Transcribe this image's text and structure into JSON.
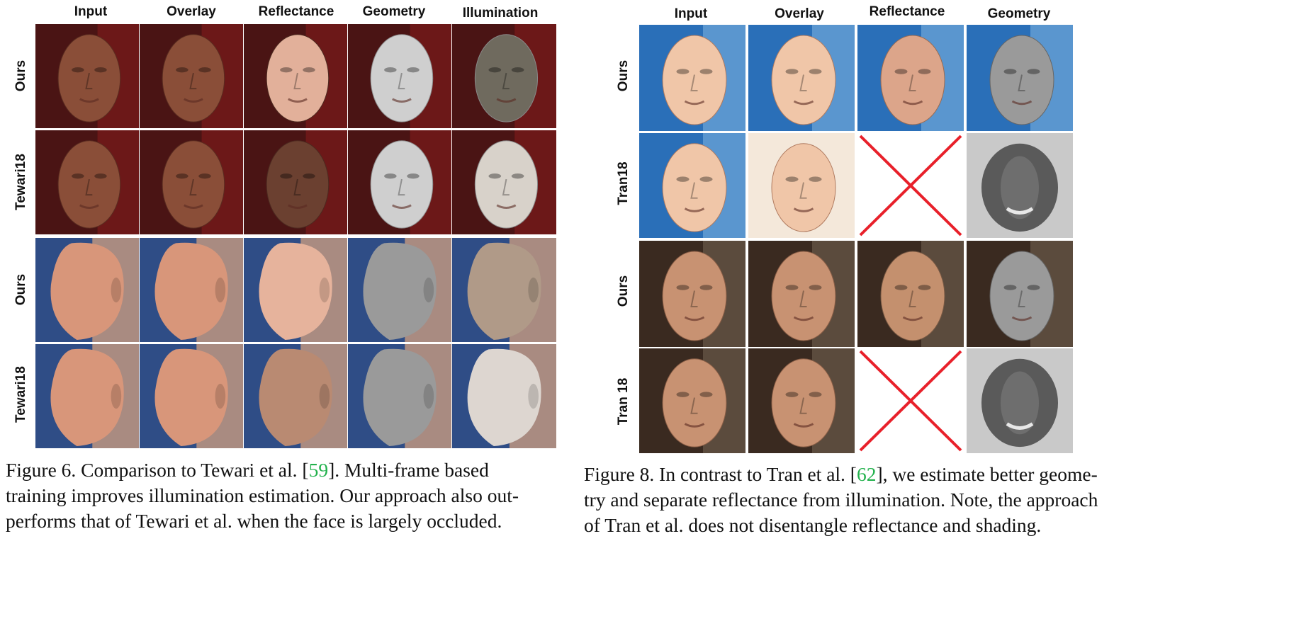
{
  "figure6": {
    "columns": [
      "Input",
      "Overlay",
      "Reflectance",
      "Geometry",
      "Illumination"
    ],
    "rows": [
      "Ours",
      "Tewari18",
      "Ours",
      "Tewari18"
    ],
    "caption": {
      "prefix": "Figure 6. Comparison to Tewari et al. [",
      "ref": "59",
      "line1_rest": "].  Multi-frame based",
      "line2": "training improves illumination estimation. Our approach also out-",
      "line3": "performs that of Tewari et al. when the face is largely occluded."
    }
  },
  "figure8": {
    "columns": [
      "Input",
      "Overlay",
      "Reflectance",
      "Geometry"
    ],
    "rows": [
      "Ours",
      "Tran18",
      "Ours",
      "Tran 18"
    ],
    "caption": {
      "prefix": "Figure 8. In contrast to Tran et al. [",
      "ref": "62",
      "line1_rest": "], we estimate better geome-",
      "line2": "try and separate reflectance from illumination. Note, the approach",
      "line3": "of Tran et al. does not disentangle reflectance and shading."
    }
  },
  "colors": {
    "citation": "#22b14c",
    "cross": "#e8202a"
  }
}
